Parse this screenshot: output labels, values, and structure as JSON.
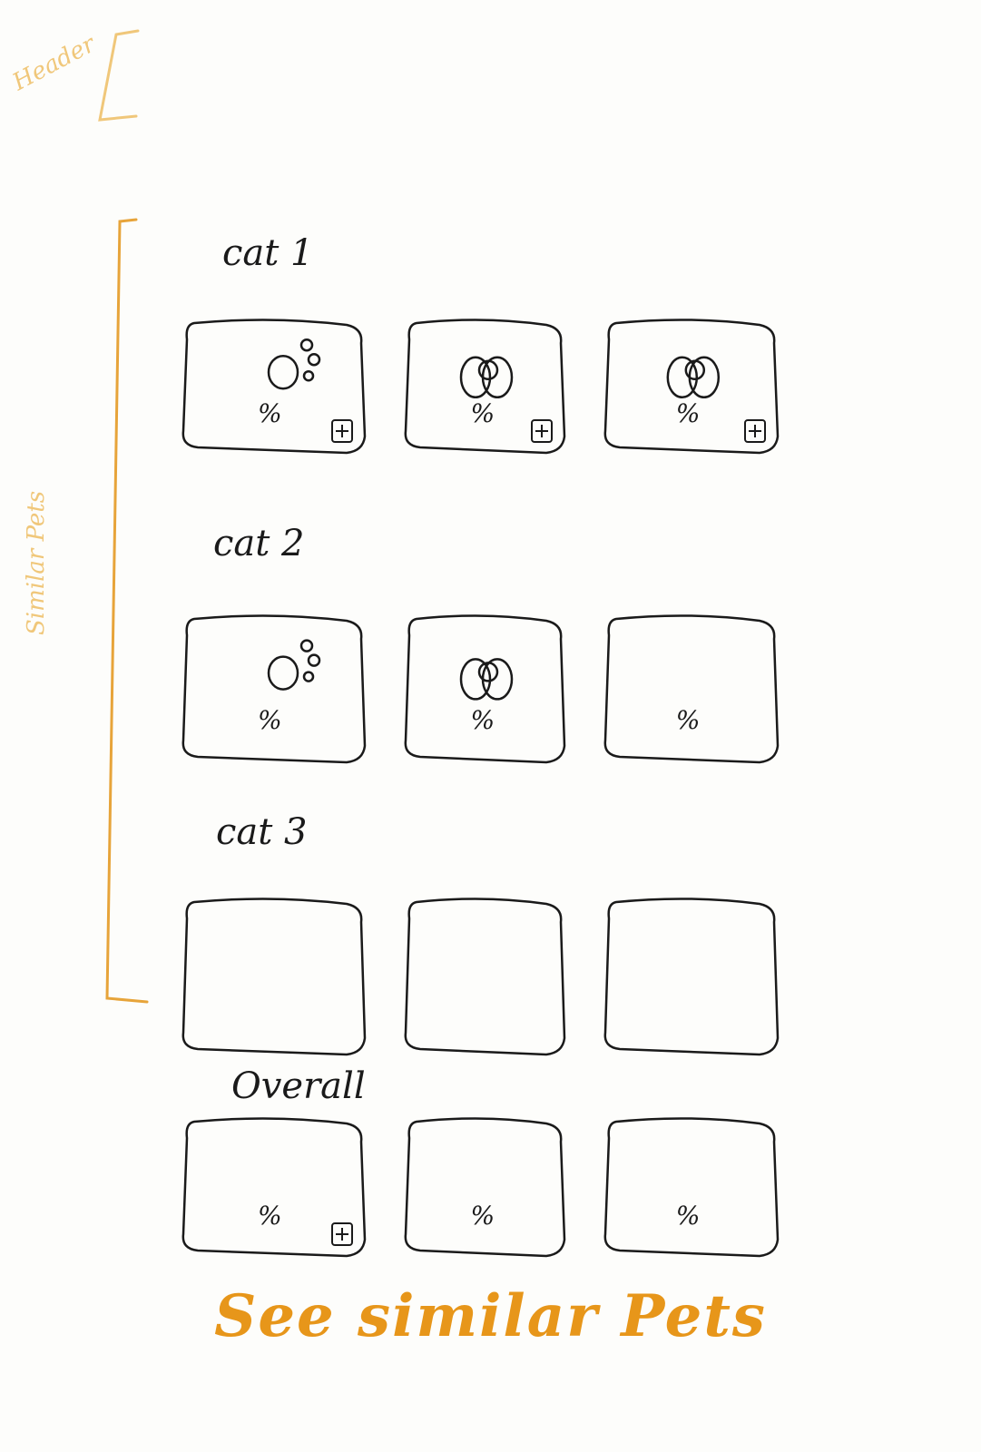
{
  "header": {
    "label": "Header"
  },
  "side_label": "Similar Pets",
  "sections": [
    {
      "title": "cat 1",
      "cards": [
        {
          "image": "paw-print-icon",
          "value": "%",
          "add": true
        },
        {
          "image": "dog-face-icon",
          "value": "%",
          "add": true
        },
        {
          "image": "dog-face-icon",
          "value": "%",
          "add": true
        }
      ]
    },
    {
      "title": "cat 2",
      "cards": [
        {
          "image": "paw-print-icon",
          "value": "%",
          "add": false
        },
        {
          "image": "dog-face-icon",
          "value": "%",
          "add": false
        },
        {
          "image": "",
          "value": "%",
          "add": false
        }
      ]
    },
    {
      "title": "cat 3",
      "cards": [
        {
          "image": "",
          "value": "",
          "add": false
        },
        {
          "image": "",
          "value": "",
          "add": false
        },
        {
          "image": "",
          "value": "",
          "add": false
        }
      ]
    },
    {
      "title": "Overall",
      "cards": [
        {
          "image": "",
          "value": "%",
          "add": true
        },
        {
          "image": "",
          "value": "%",
          "add": false
        },
        {
          "image": "",
          "value": "%",
          "add": false
        }
      ]
    }
  ],
  "cta": {
    "label": "See similar Pets"
  },
  "colors": {
    "ink": "#1a1a1a",
    "accent": "#e7961a",
    "pale_accent": "#f0c77a"
  }
}
